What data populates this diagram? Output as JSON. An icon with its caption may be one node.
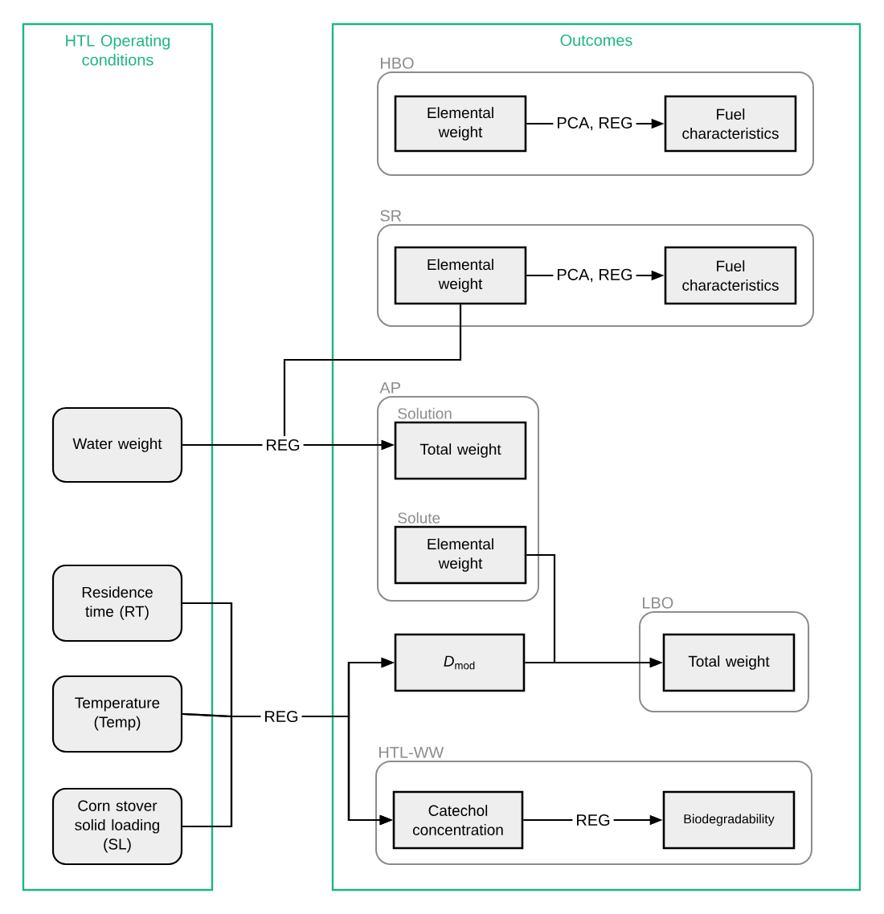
{
  "diagram": {
    "nodes": [
      {
        "text": [
          "HTL Operating conditions"
        ]
      },
      {
        "text": [
          "Outcomes"
        ]
      },
      {
        "text": [
          "HBO"
        ],
        "in": 1
      },
      {
        "text": [
          "Elemental weight"
        ],
        "in": 2
      },
      {
        "text": [
          "Fuel characteristics"
        ],
        "in": 2
      },
      {
        "text": [
          "SR"
        ],
        "in": 1
      },
      {
        "text": [
          "Elemental weight"
        ],
        "in": 5
      },
      {
        "text": [
          "Fuel characteristics"
        ],
        "in": 5
      },
      {
        "text": [
          "Water weight"
        ],
        "in": 0
      },
      {
        "text": [
          "AP"
        ],
        "in": 1
      },
      {
        "text": [
          "Total weight"
        ],
        "in": 9,
        "beside": [
          "Solution"
        ]
      },
      {
        "text": [
          "Elemental weight"
        ],
        "in": 9,
        "beside": [
          "Solute"
        ]
      },
      {
        "text": [
          "Residence time (RT)"
        ],
        "in": 0
      },
      {
        "text": [
          "Temperature (Temp)"
        ],
        "in": 0
      },
      {
        "text": [
          "Corn stover solid loading (SL)"
        ],
        "in": 0
      },
      {
        "text": [
          "*D*$_{mod}$"
        ],
        "in": 1
      },
      {
        "text": [
          "LBO"
        ],
        "in": 1
      },
      {
        "text": [
          "Total weight"
        ],
        "in": 16
      },
      {
        "text": [
          "HTL-WW"
        ],
        "in": 1
      },
      {
        "text": [
          "Catechol concentration"
        ],
        "in": 18
      },
      {
        "text": [
          "Biodegradability"
        ],
        "in": 18
      }
    ],
    "edges": [
      {
        "from": 3,
        "to": 4,
        "arrow": "to",
        "label": "PCA, REG"
      },
      {
        "from": 6,
        "to": 7,
        "arrow": "to",
        "label": "PCA, REG"
      },
      {
        "from": 8,
        "to": 10,
        "arrow": "to",
        "label": "REG"
      },
      {
        "from": 6,
        "to": 10,
        "arrow": "to"
      },
      {
        "from": 12,
        "to": 15,
        "arrow": "to"
      },
      {
        "from": 13,
        "to": 15,
        "arrow": "to",
        "label": "REG"
      },
      {
        "from": 14,
        "to": 15,
        "arrow": "to"
      },
      {
        "from": 12,
        "to": 19,
        "arrow": "to"
      },
      {
        "from": 13,
        "to": 19,
        "arrow": "to"
      },
      {
        "from": 14,
        "to": 19,
        "arrow": "to"
      },
      {
        "from": 11,
        "to": 17,
        "arrow": "to"
      },
      {
        "from": 15,
        "to": 17,
        "arrow": "to"
      },
      {
        "from": 19,
        "to": 20,
        "arrow": "to",
        "label": "REG"
      }
    ]
  }
}
